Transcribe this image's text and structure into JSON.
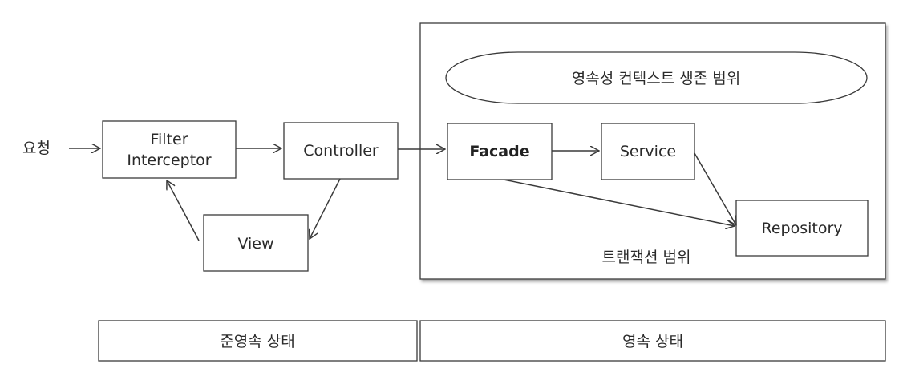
{
  "request_label": "요청",
  "nodes": {
    "filter": {
      "line1": "Filter",
      "line2": "Interceptor"
    },
    "controller": "Controller",
    "view": "View",
    "facade": "Facade",
    "service": "Service",
    "repository": "Repository"
  },
  "regions": {
    "persistence_context_scope": "영속성 컨텍스트 생존 범위",
    "transaction_scope": "트랜잭션 범위"
  },
  "states": {
    "semi_persistent": "준영속 상태",
    "persistent": "영속 상태"
  }
}
